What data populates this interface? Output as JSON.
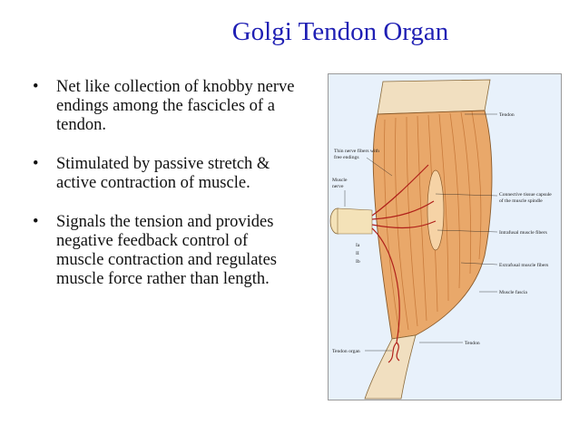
{
  "slide": {
    "title": "Golgi Tendon Organ",
    "bullets": [
      "Net like collection of knobby nerve endings among the fascicles of a tendon.",
      "Stimulated by passive stretch & active contraction of muscle.",
      "Signals the tension and provides  negative feedback control of muscle contraction and regulates muscle force rather than length."
    ],
    "bullet_glyph": "•"
  },
  "figure": {
    "labels": {
      "tendon_top": "Tendon",
      "thin_nerve_1": "Thin nerve fibers with",
      "thin_nerve_2": "free endings",
      "muscle_nerve_1": "Muscle",
      "muscle_nerve_2": "nerve",
      "capsule_1": "Connective tissue capsule",
      "capsule_2": "of the muscle spindle",
      "intrafusal": "Intrafusal muscle fibers",
      "extrafusal": "Extrafusal muscle fibers",
      "fascia": "Muscle fascia",
      "ia": "Ia",
      "ii": "II",
      "ib": "Ib",
      "tendon_organ": "Tendon organ",
      "tendon_bottom": "Tendon"
    },
    "colors": {
      "background": "#e8f1fb",
      "muscle": "#e9a86a",
      "muscle_dark": "#c97b3c",
      "tendon": "#f1dfc0",
      "nerve": "#b0201a"
    }
  }
}
